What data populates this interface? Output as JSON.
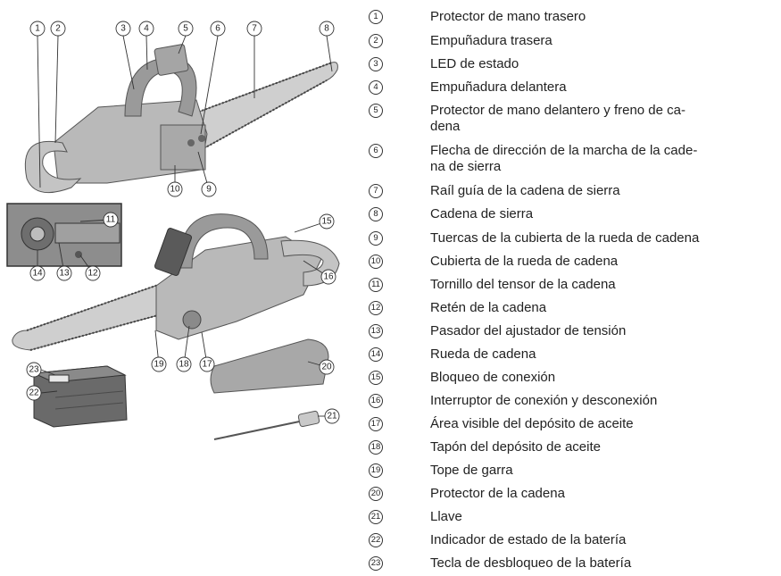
{
  "legend": [
    {
      "number": "1",
      "text": "Protector de mano trasero"
    },
    {
      "number": "2",
      "text": "Empuñadura trasera"
    },
    {
      "number": "3",
      "text": "LED de estado"
    },
    {
      "number": "4",
      "text": "Empuñadura delantera"
    },
    {
      "number": "5",
      "text": "Protector de mano delantero y freno de ca-\ndena"
    },
    {
      "number": "6",
      "text": "Flecha de dirección de la marcha de la cade-\nna de sierra"
    },
    {
      "number": "7",
      "text": "Raíl guía de la cadena de sierra"
    },
    {
      "number": "8",
      "text": "Cadena de sierra"
    },
    {
      "number": "9",
      "text": "Tuercas de la cubierta de la rueda de cadena"
    },
    {
      "number": "10",
      "text": "Cubierta de la rueda de cadena"
    },
    {
      "number": "11",
      "text": "Tornillo del tensor de la cadena"
    },
    {
      "number": "12",
      "text": "Retén de la cadena"
    },
    {
      "number": "13",
      "text": "Pasador del ajustador de tensión"
    },
    {
      "number": "14",
      "text": "Rueda de cadena"
    },
    {
      "number": "15",
      "text": "Bloqueo de conexión"
    },
    {
      "number": "16",
      "text": "Interruptor de conexión y desconexión"
    },
    {
      "number": "17",
      "text": "Área visible del depósito de aceite"
    },
    {
      "number": "18",
      "text": "Tapón del depósito de aceite"
    },
    {
      "number": "19",
      "text": "Tope de garra"
    },
    {
      "number": "20",
      "text": "Protector de la cadena"
    },
    {
      "number": "21",
      "text": "Llave"
    },
    {
      "number": "22",
      "text": "Indicador de estado de la batería"
    },
    {
      "number": "23",
      "text": "Tecla de desbloqueo de la batería"
    }
  ],
  "callouts": [
    "1",
    "2",
    "3",
    "4",
    "5",
    "6",
    "7",
    "8",
    "9",
    "10",
    "11",
    "12",
    "13",
    "14",
    "15",
    "16",
    "17",
    "18",
    "19",
    "20",
    "21",
    "22",
    "23"
  ]
}
